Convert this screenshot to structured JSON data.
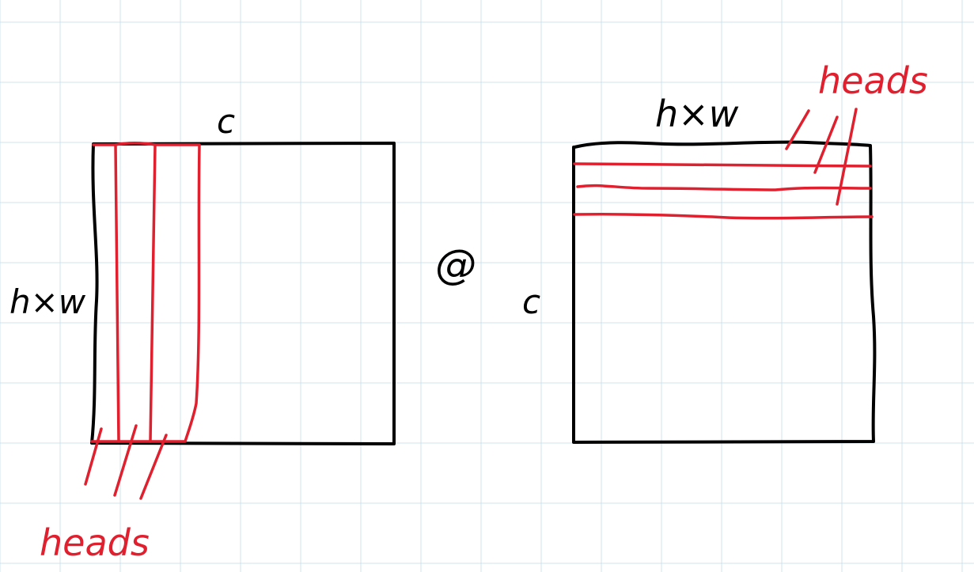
{
  "labels": {
    "left_top": "c",
    "left_side": "h×w",
    "operator": "@",
    "right_top": "h×w",
    "right_side": "c",
    "heads_left": "heads",
    "heads_right": "heads"
  },
  "colors": {
    "background": "#ffffff",
    "grid": "#cfe3ee",
    "ink": "#000000",
    "highlight": "#e0202e"
  }
}
